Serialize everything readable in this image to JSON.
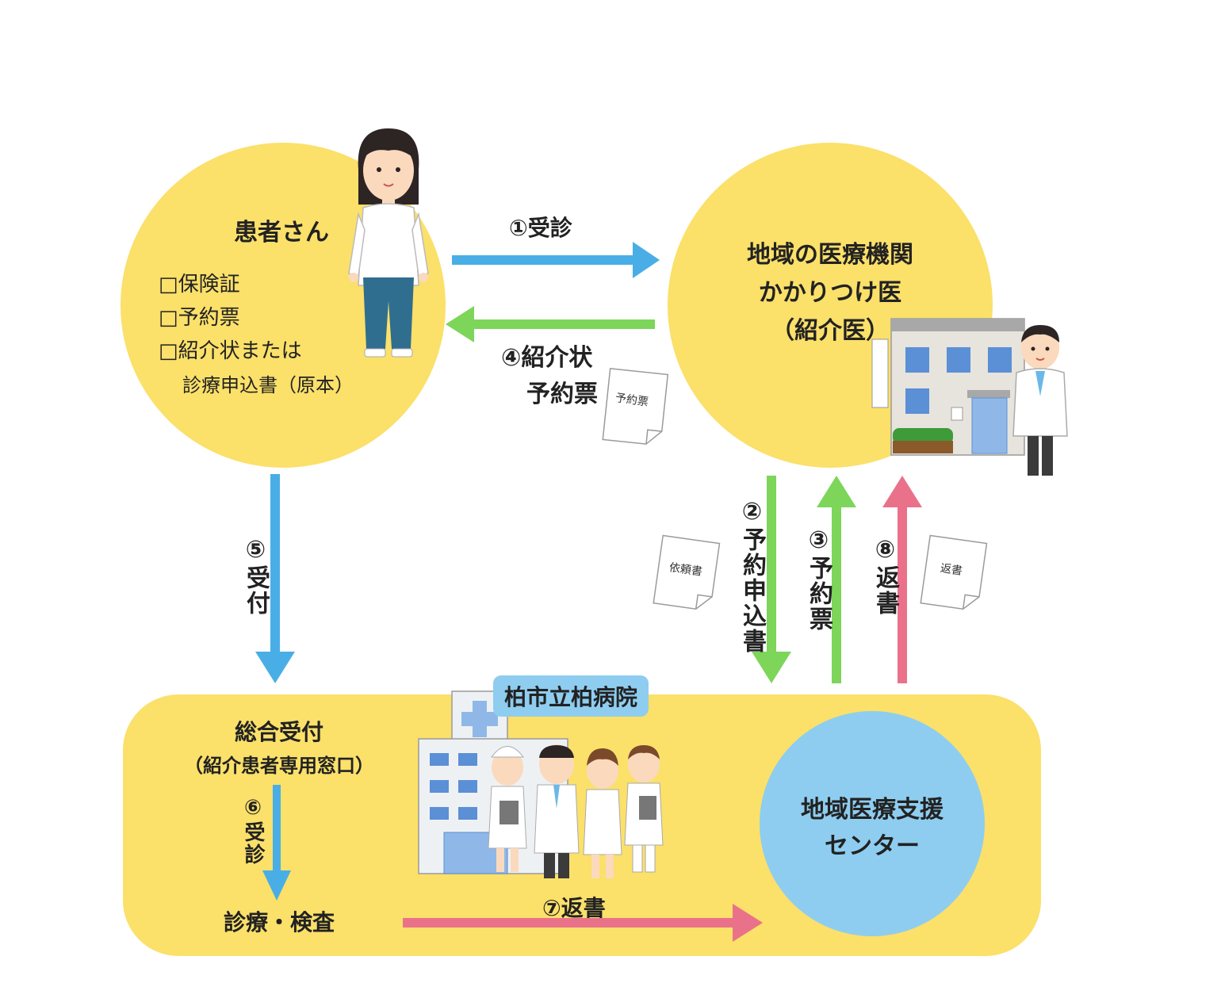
{
  "patient": {
    "title": "患者さん",
    "items": [
      "□保険証",
      "□予約票",
      "□紹介状または"
    ],
    "item_sub": "診療申込書（原本）"
  },
  "clinic": {
    "line1": "地域の医療機関",
    "line2": "かかりつけ医",
    "line3": "（紹介医）"
  },
  "steps": {
    "s1": "①受診",
    "s4_line1": "④紹介状",
    "s4_line2": "予約票",
    "s2": "②予約申込書",
    "s3": "③予約票",
    "s8": "⑧返書",
    "s5": "⑤受付",
    "s6": "⑥受診",
    "s7": "⑦返書"
  },
  "documents": {
    "yoyakuhyo": "予約票",
    "iraisho": "依頼書",
    "hensho": "返書"
  },
  "hospital": {
    "name": "柏市立柏病院",
    "reception_line1": "総合受付",
    "reception_line2": "（紹介患者専用窓口）",
    "exam": "診療・検査"
  },
  "center": {
    "line1": "地域医療支援",
    "line2": "センター"
  },
  "colors": {
    "yellow": "#fbe06a",
    "light_blue": "#8ecdf0",
    "arrow_blue": "#4aaee6",
    "arrow_green": "#7dd55a",
    "arrow_pink": "#e9728a"
  }
}
